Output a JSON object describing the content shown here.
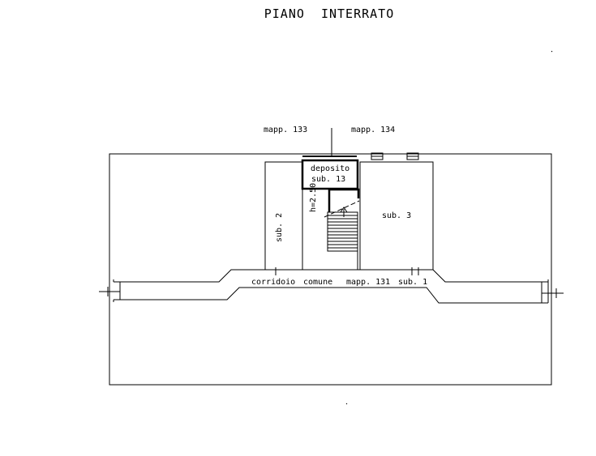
{
  "title": "PIANO  INTERRATO",
  "labels": {
    "mapp_133": "mapp. 133",
    "mapp_134": "mapp. 134",
    "deposito": "deposito",
    "sub_13": "sub. 13",
    "height": "h=2.50",
    "sub_2": "sub. 2",
    "sub_3": "sub. 3",
    "corridoio": "corridoio",
    "comune": "comune",
    "mapp_131": "mapp. 131",
    "sub_1": "sub. 1"
  }
}
